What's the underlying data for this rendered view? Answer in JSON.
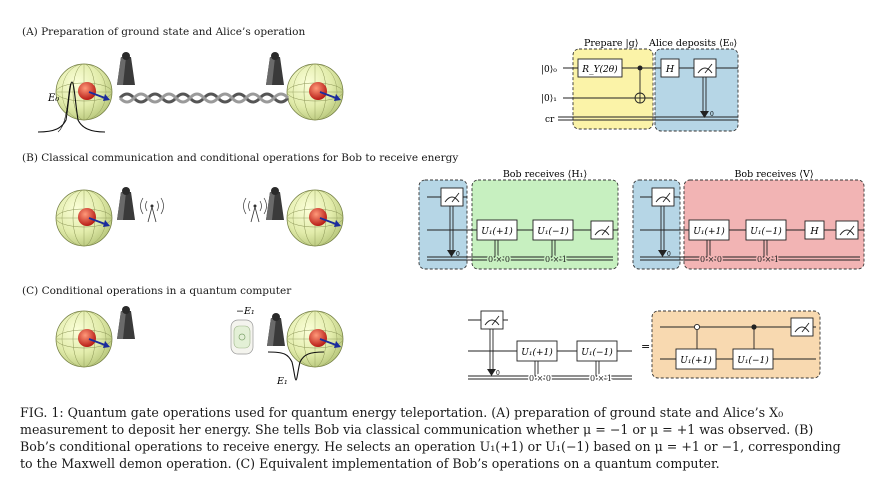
{
  "sections": {
    "a_title": "(A) Preparation of ground state and Alice’s operation",
    "b_title": "(B) Classical communication and conditional operations for Bob to receive energy",
    "c_title": "(C) Conditional operations in a quantum computer"
  },
  "circuit_a": {
    "prepare_label": "Prepare |g⟩",
    "alice_label": "Alice deposits ⟨E₀⟩",
    "q0_label": "|0⟩₀",
    "q1_label": "|0⟩₁",
    "cr_label": "cr",
    "ry_gate": "R_Y(2θ)",
    "h_gate": "H",
    "bit_index": "0",
    "e0_label": "E₀"
  },
  "circuit_b": {
    "h1_label": "Bob receives ⟨H₁⟩",
    "v_label": "Bob receives ⟨V⟩",
    "u_plus": "U₁(+1)",
    "u_minus": "U₁(−1)",
    "h_gate": "H",
    "cond_0": "0 × 0",
    "cond_1": "0 × 1",
    "bit_index": "0"
  },
  "circuit_c": {
    "u_plus": "U₁(+1)",
    "u_minus": "U₁(−1)",
    "cond_0": "0 × 0",
    "cond_1": "0 × 1",
    "equals": "=",
    "bit_index": "0",
    "minus_e1_label": "−E₁",
    "e1_label": "E₁"
  },
  "colors": {
    "prepare_bg": "#fbf3a8",
    "alice_bg": "#b6d6e6",
    "h1_bg": "#c7f0c0",
    "v_bg": "#f2b4b4",
    "c_bg": "#f8d9b0"
  },
  "caption": {
    "line1": "FIG. 1: Quantum gate operations used for quantum energy teleportation. (A) preparation of ground state and Alice’s X₀",
    "line2": "measurement to deposit her energy. She tells Bob via classical communication whether μ = −1 or μ = +1 was observed. (B)",
    "line3": "Bob’s conditional operations to receive energy. He selects an operation U₁(+1) or U₁(−1) based on μ = +1 or −1, corresponding",
    "line4": "to the Maxwell demon operation. (C) Equivalent implementation of Bob’s operations on a quantum computer."
  }
}
